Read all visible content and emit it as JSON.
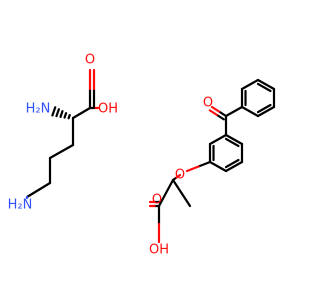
{
  "colors": {
    "bond": "#000000",
    "oxygen": "#ff0d0d",
    "nitrogen": "#3050f8"
  },
  "labels": {
    "h2n_top": "H₂N",
    "oh_top": "OH",
    "o_top": "O",
    "h2n_bottom": "H₂N",
    "o_ketone": "O",
    "o_ether": "O",
    "o_acid": "O",
    "oh_acid": "OH"
  }
}
